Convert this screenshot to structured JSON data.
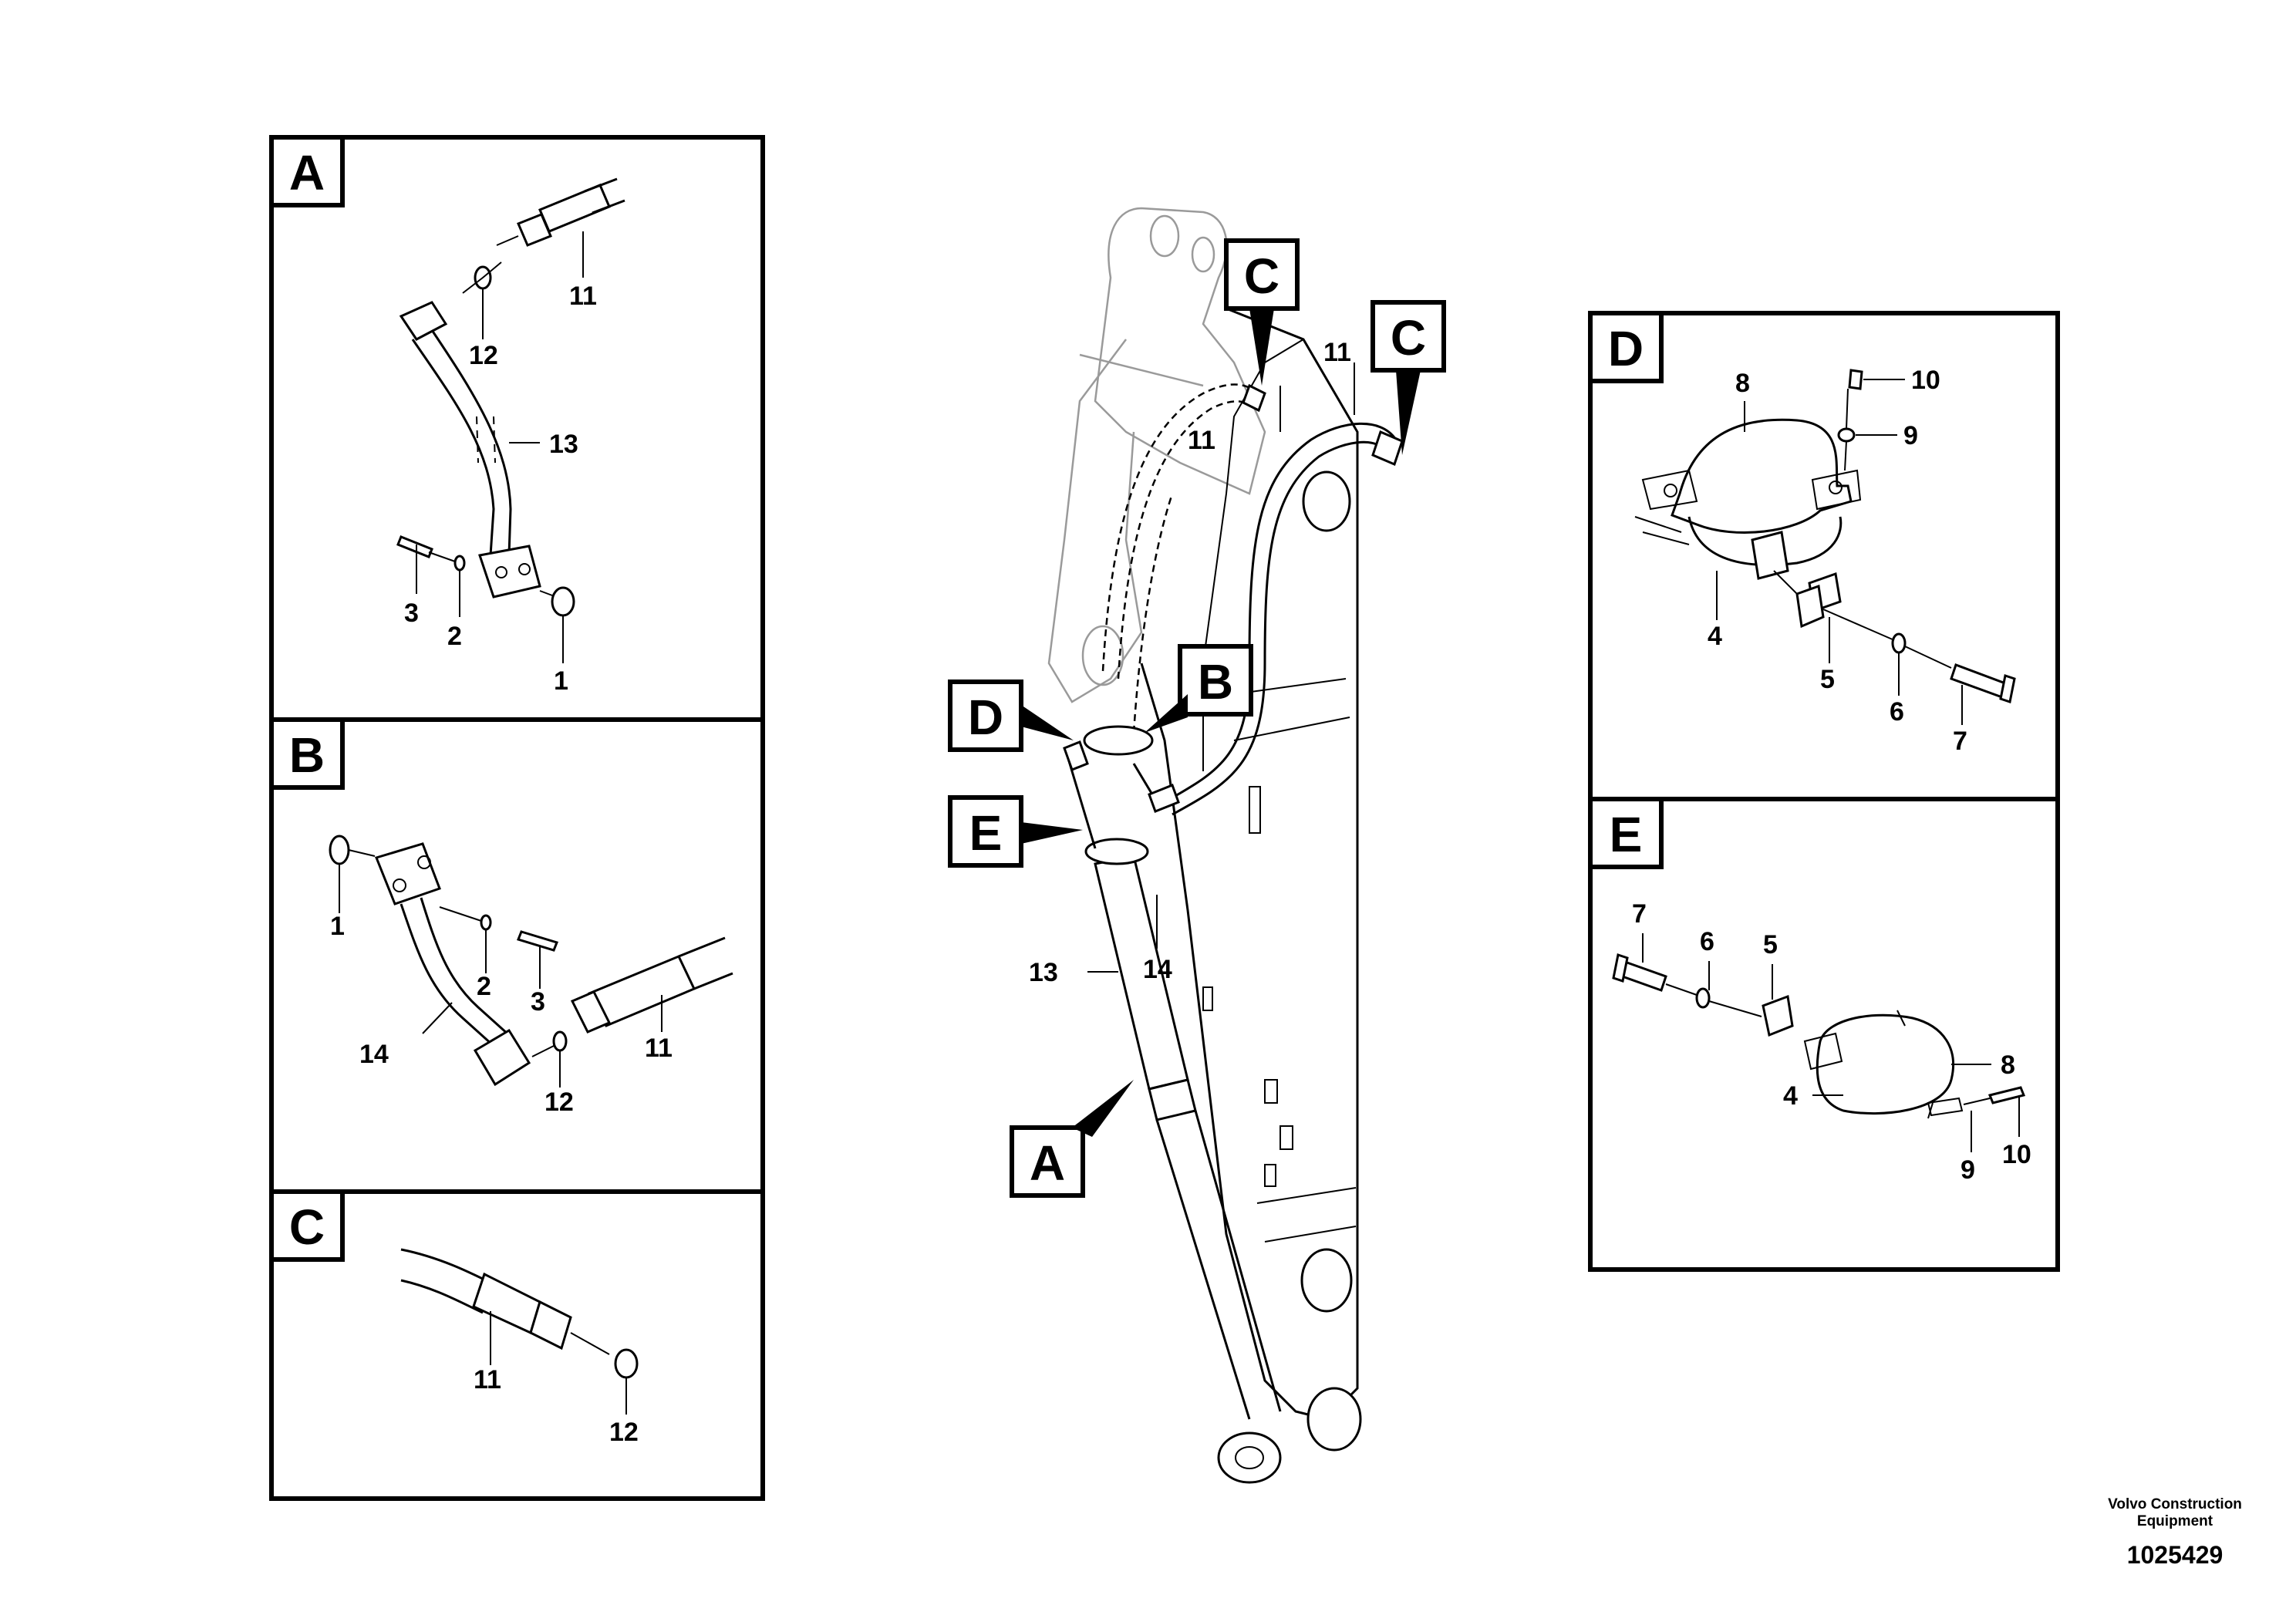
{
  "footer": {
    "maker_line1": "Volvo Construction",
    "maker_line2": "Equipment",
    "document_number": "1025429"
  },
  "panels": {
    "A": {
      "letter": "A",
      "labels": [
        "11",
        "12",
        "13",
        "3",
        "2",
        "1"
      ]
    },
    "B": {
      "letter": "B",
      "labels": [
        "1",
        "2",
        "3",
        "14",
        "11",
        "12"
      ]
    },
    "C": {
      "letter": "C",
      "labels": [
        "11",
        "12"
      ]
    },
    "D": {
      "letter": "D",
      "labels": [
        "8",
        "10",
        "9",
        "4",
        "5",
        "6",
        "7"
      ]
    },
    "E": {
      "letter": "E",
      "labels": [
        "7",
        "6",
        "5",
        "8",
        "4",
        "9",
        "10"
      ]
    }
  },
  "main_view": {
    "callouts": [
      "C",
      "C",
      "B",
      "D",
      "E",
      "A"
    ],
    "labels": [
      "11",
      "11",
      "14",
      "13"
    ]
  }
}
